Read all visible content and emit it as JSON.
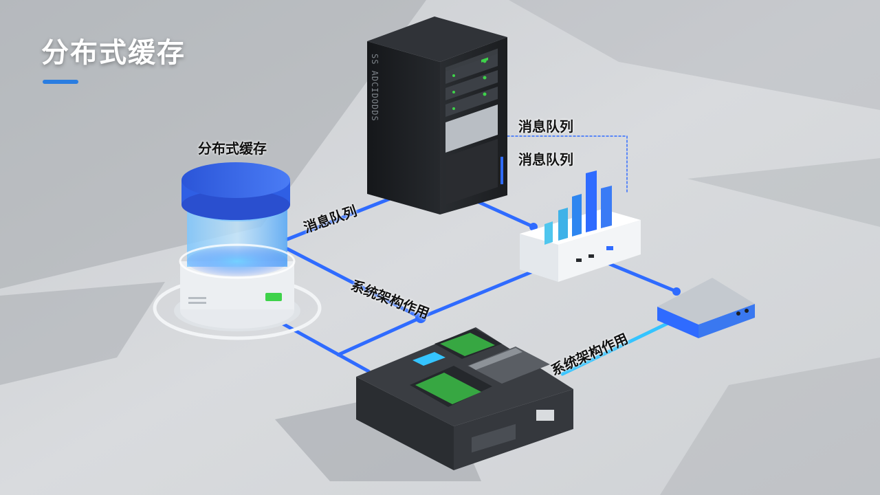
{
  "header": {
    "title": "分布式缓存"
  },
  "labels": {
    "cache_label": "分布式缓存",
    "mq_label_1": "消息队列",
    "mq_label_2": "消息队列",
    "mq_link_label": "消息队列",
    "arch_label_1": "系统架构作用",
    "arch_label_2": "系统架构作用",
    "server_side_text": "SS ADCIDODDS"
  },
  "colors": {
    "accent": "#2a7de1",
    "link_blue": "#2f6bff",
    "link_cyan": "#35c4ff",
    "cache_blue": "#3d6cf0",
    "server_dark": "#1f2226",
    "green_led": "#3ed24a"
  },
  "icons": [
    "cache-cylinder-icon",
    "server-rack-icon",
    "bar-chart-device-icon",
    "network-switch-icon",
    "router-box-icon"
  ]
}
